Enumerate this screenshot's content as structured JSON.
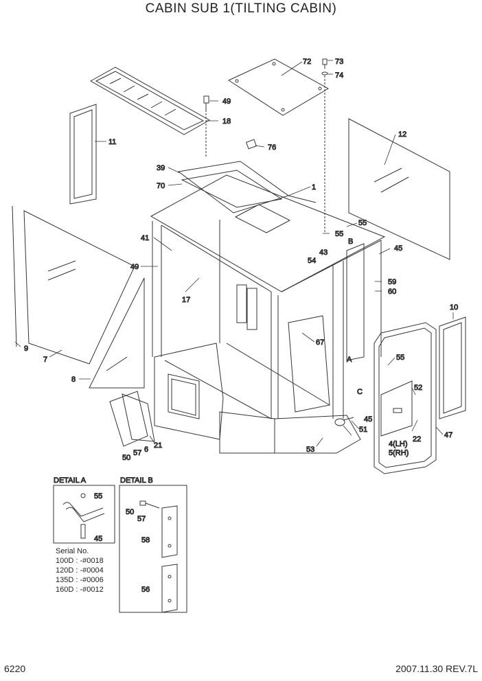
{
  "title": "CABIN SUB 1(TILTING CABIN)",
  "page_number": "6220",
  "revision": "2007.11.30 REV.7L",
  "details": {
    "a_title": "DETAIL A",
    "b_title": "DETAIL B",
    "serial_heading": "Serial No.",
    "serials": [
      "100D : -#0018",
      "120D : -#0004",
      "135D : -#0006",
      "160D : -#0012"
    ]
  },
  "callouts": {
    "c1": "1",
    "c4": "4(LH)",
    "c5": "5(RH)",
    "c6": "6",
    "c7": "7",
    "c8": "8",
    "c9": "9",
    "c10": "10",
    "c11": "11",
    "c12": "12",
    "c17": "17",
    "c18": "18",
    "c21": "21",
    "c22": "22",
    "c39": "39",
    "c41": "41",
    "c43": "43",
    "c45a": "45",
    "c45b": "45",
    "c47": "47",
    "c49a": "49",
    "c49b": "49",
    "c50": "50",
    "c51": "51",
    "c52": "52",
    "c53": "53",
    "c54": "54",
    "c55a": "55",
    "c55b": "55",
    "c55c": "55",
    "c57": "57",
    "c59": "59",
    "c60": "60",
    "c67": "67",
    "c70": "70",
    "c72": "72",
    "c73": "73",
    "c74": "74",
    "c76": "76",
    "dA": "A",
    "dB": "B",
    "dC": "C",
    "dA55": "55",
    "dA45": "45",
    "dB50": "50",
    "dB57": "57",
    "dB58": "58",
    "dB56": "56"
  }
}
